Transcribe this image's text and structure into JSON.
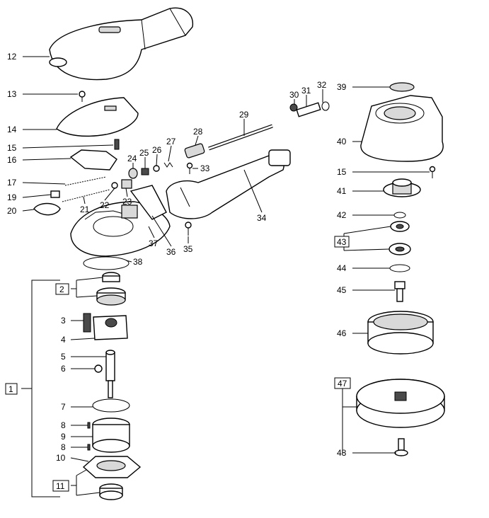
{
  "labels": {
    "l1": "1",
    "l2": "2",
    "l3": "3",
    "l4": "4",
    "l5": "5",
    "l6": "6",
    "l7": "7",
    "l8a": "8",
    "l8b": "8",
    "l9": "9",
    "l10": "10",
    "l11": "11",
    "l12": "12",
    "l13": "13",
    "l14": "14",
    "l15a": "15",
    "l15b": "15",
    "l16": "16",
    "l17": "17",
    "l19": "19",
    "l20": "20",
    "l21": "21",
    "l22": "22",
    "l23": "23",
    "l24": "24",
    "l25": "25",
    "l26": "26",
    "l27": "27",
    "l28": "28",
    "l29": "29",
    "l30": "30",
    "l31": "31",
    "l32": "32",
    "l33": "33",
    "l34": "34",
    "l35": "35",
    "l36": "36",
    "l37": "37",
    "l38": "38",
    "l39": "39",
    "l40": "40",
    "l41": "41",
    "l42": "42",
    "l43": "43",
    "l44": "44",
    "l45": "45",
    "l46": "46",
    "l47": "47",
    "l48": "48"
  }
}
